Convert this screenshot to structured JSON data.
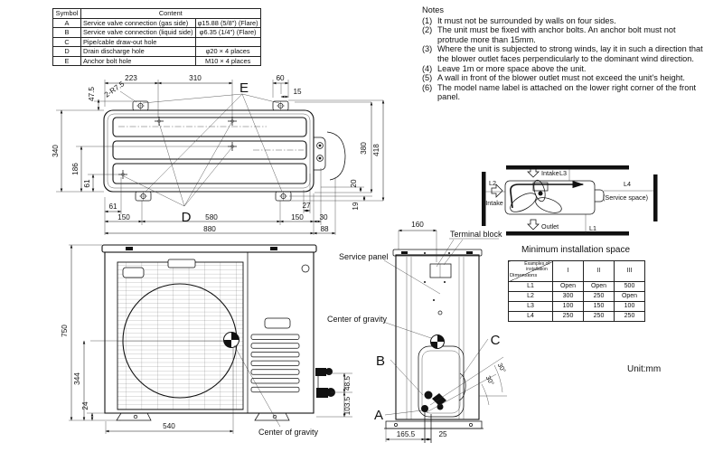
{
  "page": {
    "unit_label": "Unit:mm"
  },
  "symbol_table": {
    "header": {
      "symbol": "Symbol",
      "content": "Content"
    },
    "rows": [
      {
        "symbol": "A",
        "content": "Service valve connection (gas side)",
        "spec": "φ15.88 (5/8\") (Flare)"
      },
      {
        "symbol": "B",
        "content": "Service valve connection (liquid side)",
        "spec": "φ6.35 (1/4\") (Flare)"
      },
      {
        "symbol": "C",
        "content": "Pipe/cable draw-out hole",
        "spec": ""
      },
      {
        "symbol": "D",
        "content": "Drain discharge hole",
        "spec": "φ20 × 4 places"
      },
      {
        "symbol": "E",
        "content": "Anchor bolt hole",
        "spec": "M10 × 4 places"
      }
    ]
  },
  "notes": {
    "title": "Notes",
    "items": [
      {
        "num": "(1)",
        "text": "It must not be surrounded by walls on four sides."
      },
      {
        "num": "(2)",
        "text": "The unit must be fixed with anchor bolts. An anchor bolt must not protrude more than 15mm."
      },
      {
        "num": "(3)",
        "text": "Where the unit is subjected to strong winds, lay it in such a direction that the blower outlet faces perpendicularly to the dominant wind direction."
      },
      {
        "num": "(4)",
        "text": "Leave 1m or more space above the unit."
      },
      {
        "num": "(5)",
        "text": "A wall in front of the blower outlet must not exceed the unit's height."
      },
      {
        "num": "(6)",
        "text": "The model name label is attached on the lower right corner of the front panel."
      }
    ]
  },
  "top_view": {
    "dims": {
      "d223": "223",
      "d310": "310",
      "d60": "60",
      "d15": "15",
      "radius": "2-R7.5",
      "d47_5": "47.5",
      "d340": "340",
      "d186": "186",
      "d61_side": "61",
      "d61_bottom": "61",
      "d150_left": "150",
      "d580": "580",
      "d150_right": "150",
      "d27": "27",
      "d30": "30",
      "d880": "880",
      "d88": "88",
      "d380": "380",
      "d418": "418",
      "d20": "20",
      "d19": "19"
    },
    "labels": {
      "d": "D",
      "e": "E"
    }
  },
  "front_view": {
    "dims": {
      "d750": "750",
      "d344": "344",
      "d24": "24",
      "d540": "540",
      "d48_5": "48.5",
      "d103_5": "103.5"
    },
    "labels": {
      "center_of_gravity": "Center of gravity"
    }
  },
  "side_view": {
    "dims": {
      "d160": "160",
      "d165_5": "165.5",
      "d25": "25"
    },
    "labels": {
      "terminal_block": "Terminal block",
      "service_panel": "Service panel",
      "center_of_gravity": "Center of gravity",
      "a": "A",
      "b": "B",
      "c": "C",
      "angle1": "30°",
      "angle2": "30°"
    }
  },
  "install_diagram": {
    "title": "Minimum installation space",
    "labels": {
      "intake_top": "Intake",
      "intake_left": "Intake",
      "outlet": "Outlet",
      "l1": "L1",
      "l2": "L2",
      "l3": "L3",
      "l4": "L4",
      "service_space": "(Service space)"
    }
  },
  "install_table": {
    "corner_top": "Examples of installation",
    "corner_bottom": "Dimensions",
    "cols": [
      "I",
      "II",
      "III"
    ],
    "rows": [
      {
        "dim": "L1",
        "values": [
          "Open",
          "Open",
          "500"
        ]
      },
      {
        "dim": "L2",
        "values": [
          "300",
          "250",
          "Open"
        ]
      },
      {
        "dim": "L3",
        "values": [
          "100",
          "150",
          "100"
        ]
      },
      {
        "dim": "L4",
        "values": [
          "250",
          "250",
          "250"
        ]
      }
    ]
  },
  "colors": {
    "line": "#111111",
    "background": "#ffffff"
  }
}
